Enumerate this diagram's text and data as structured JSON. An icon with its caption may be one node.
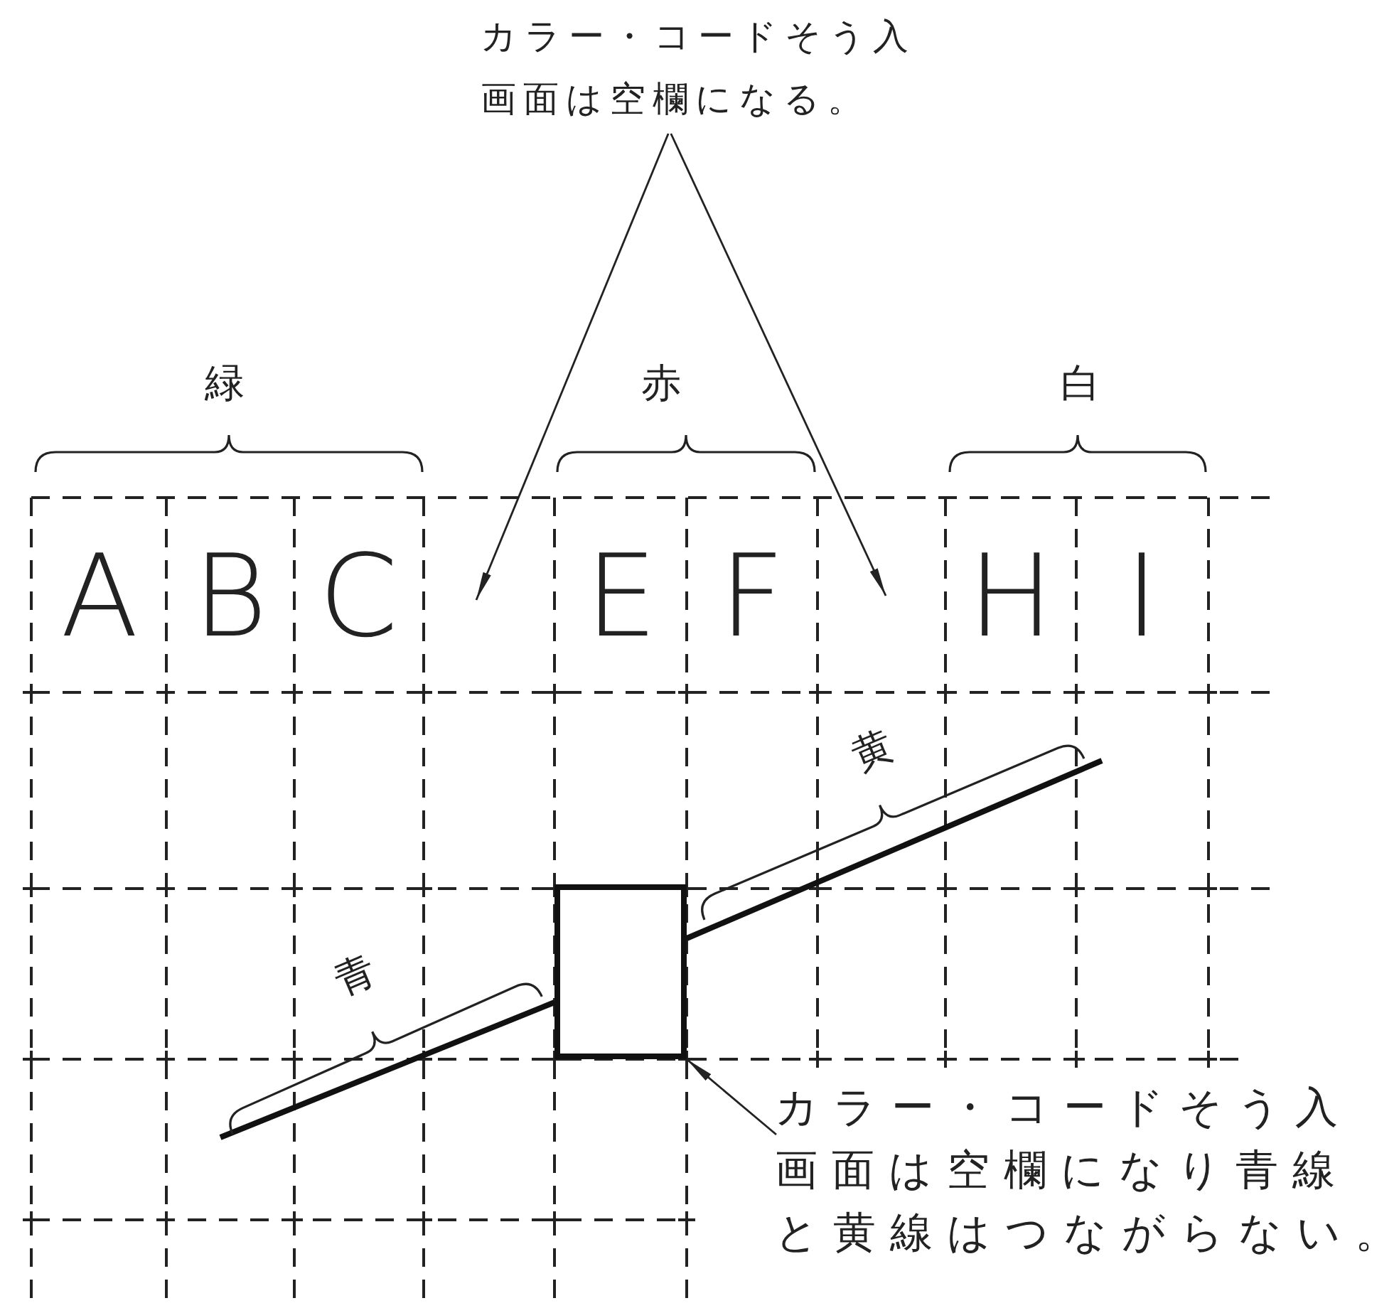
{
  "diagram": {
    "nodes": [
      {
        "text": [
          "カラー・コードそう入画面は空欄になる。"
        ]
      },
      {
        "text": [],
        "shape": "box"
      },
      {
        "text": [
          "カラー・コードそう入画面は空欄になり青線と黄線はつながらない。"
        ]
      }
    ],
    "edges": [
      {
        "from": 0,
        "to": null,
        "arrow": "to"
      },
      {
        "from": 0,
        "to": null,
        "arrow": "to"
      },
      {
        "from": 2,
        "to": 1,
        "arrow": "to"
      }
    ],
    "labels": [
      "緑",
      "赤",
      "白",
      "A",
      "B",
      "C",
      "E",
      "F",
      "H",
      "I",
      "黄",
      "青"
    ]
  }
}
